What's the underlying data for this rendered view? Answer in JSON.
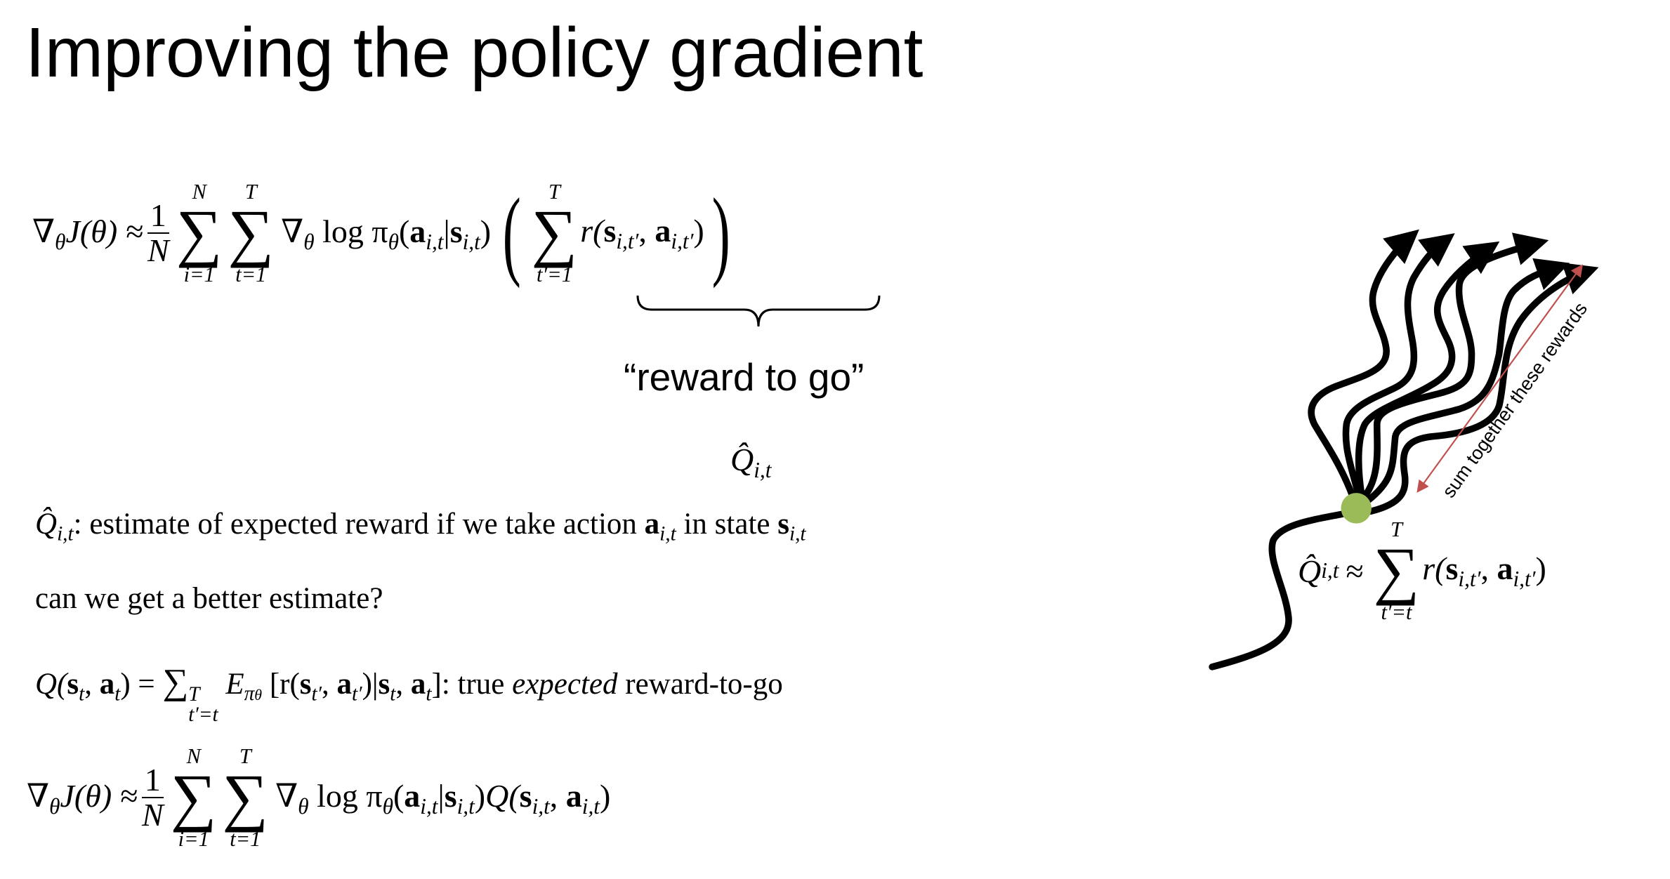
{
  "title": "Improving the policy gradient",
  "eq1": {
    "nabla": "∇",
    "nabla_sub": "θ",
    "lhs": "J(θ) ≈",
    "frac_num": "1",
    "frac_den": "N",
    "sum1": {
      "top": "N",
      "sym": "∑",
      "bot": "i=1"
    },
    "sum2": {
      "top": "T",
      "sym": "∑",
      "bot": "t=1"
    },
    "grad": "∇",
    "grad_sub": "θ",
    "log": "log π",
    "pi_sub": "θ",
    "open": "(",
    "a": "a",
    "a_sub": "i,t",
    "bar": "|",
    "s": "s",
    "s_sub": "i,t",
    "close": ")",
    "lparen": "(",
    "sum3": {
      "top": "T",
      "sym": "∑",
      "bot": "t′=1"
    },
    "r": "r(",
    "s2": "s",
    "s2_sub": "i,t′",
    "comma": ", ",
    "a2": "a",
    "a2_sub": "i,t′",
    "rclose": ")",
    "rparen": ")"
  },
  "brace_label": "“reward to go”",
  "qhat_mid": {
    "q": "Q̂",
    "sub": "i,t"
  },
  "line1": {
    "q": "Q̂",
    "q_sub": "i,t",
    "text1": ": estimate of expected reward if we take action ",
    "a": "a",
    "a_sub": "i,t",
    "text2": " in state ",
    "s": "s",
    "s_sub": "i,t"
  },
  "line2": "can we get a better estimate?",
  "line3": {
    "q": "Q(",
    "s": "s",
    "s_sub": "t",
    "comma": ", ",
    "a": "a",
    "a_sub": "t",
    "eq": ") = ",
    "sum": "∑",
    "sum_sup": "T",
    "sum_sub": "t′=t",
    "E": "E",
    "E_sub": "π",
    "E_subsub": "θ",
    "br_open": " [r(",
    "s2": "s",
    "s2_sub": "t′",
    "comma2": ", ",
    "a2": "a",
    "a2_sub": "t′",
    "mid": ")|",
    "s3": "s",
    "s3_sub": "t",
    "comma3": ", ",
    "a3": "a",
    "a3_sub": "t",
    "br_close": "]",
    "text1": ": true ",
    "expected": "expected",
    "text2": " reward-to-go"
  },
  "eq2": {
    "nabla": "∇",
    "nabla_sub": "θ",
    "lhs": "J(θ) ≈",
    "frac_num": "1",
    "frac_den": "N",
    "sum1": {
      "top": "N",
      "sym": "∑",
      "bot": "i=1"
    },
    "sum2": {
      "top": "T",
      "sym": "∑",
      "bot": "t=1"
    },
    "grad": "∇",
    "grad_sub": "θ",
    "log": "log π",
    "pi_sub": "θ",
    "open": "(",
    "a": "a",
    "a_sub": "i,t",
    "bar": "|",
    "s": "s",
    "s_sub": "i,t",
    "close": ")",
    "Q": "Q(",
    "s2": "s",
    "s2_sub": "i,t",
    "comma": ", ",
    "a2": "a",
    "a2_sub": "i,t",
    "qclose": ")"
  },
  "diagram": {
    "arrow_label": "sum together these rewards",
    "dot_color": "#9bbb59",
    "arrow_color": "#c0504d",
    "formula": {
      "q": "Q̂",
      "q_sub": "i,t",
      "approx": "≈",
      "sum": {
        "top": "T",
        "sym": "∑",
        "bot": "t′=t"
      },
      "r": "r(",
      "s": "s",
      "s_sub": "i,t′",
      "comma": ", ",
      "a": "a",
      "a_sub": "i,t′",
      "close": ")"
    }
  }
}
